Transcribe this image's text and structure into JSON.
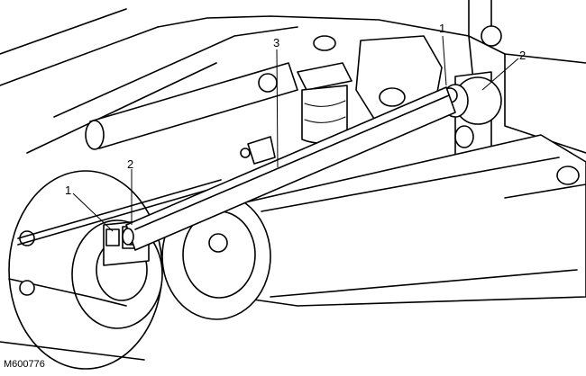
{
  "figure_ref": "M600776",
  "callouts": {
    "c1_left": "1",
    "c1_right": "1",
    "c2_left": "2",
    "c2_right": "2",
    "c3": "3"
  }
}
